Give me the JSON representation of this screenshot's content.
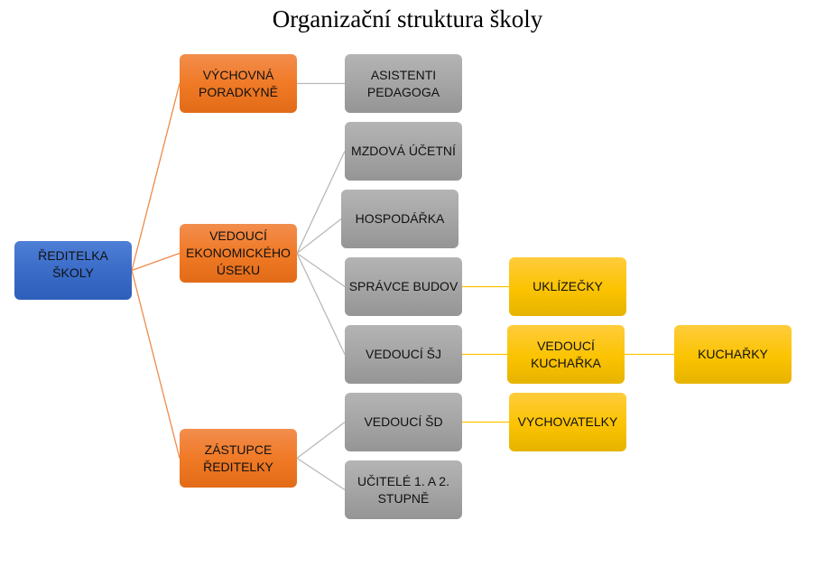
{
  "title": "Organizační struktura školy",
  "colors": {
    "root": "#3a6cc8",
    "level1": "#f07a26",
    "level2": "#a5a5a5",
    "level3": "#fbc300",
    "root_links": "#f08a4b",
    "level1_links": "#b9b9b9",
    "level2_links": "#fbc300"
  },
  "nodes": {
    "root": "ŘEDITELKA ŠKOLY",
    "vychovna_poradkyne": "VÝCHOVNÁ PORADKYNĚ",
    "vedouci_ekonomickeho_useku": "VEDOUCÍ EKONOMICKÉHO ÚSEKU",
    "zastupce_reditelky": "ZÁSTUPCE ŘEDITELKY",
    "asistenti_pedagoga": "ASISTENTI PEDAGOGA",
    "mzdova_ucetni": "MZDOVÁ ÚČETNÍ",
    "hospodarka": "HOSPODÁŘKA",
    "spravce_budov": "SPRÁVCE BUDOV",
    "vedouci_sj": "VEDOUCÍ ŠJ",
    "vedouci_sd": "VEDOUCÍ ŠD",
    "ucitele": "UČITELÉ 1. A 2. STUPNĚ",
    "uklizecky": "UKLÍZEČKY",
    "vedouci_kucharka": "VEDOUCÍ KUCHAŘKA",
    "kucharky": "KUCHAŘKY",
    "vychovatelky": "VYCHOVATELKY"
  },
  "edges": [
    [
      "root",
      "vychovna_poradkyne"
    ],
    [
      "root",
      "vedouci_ekonomickeho_useku"
    ],
    [
      "root",
      "zastupce_reditelky"
    ],
    [
      "vychovna_poradkyne",
      "asistenti_pedagoga"
    ],
    [
      "vedouci_ekonomickeho_useku",
      "mzdova_ucetni"
    ],
    [
      "vedouci_ekonomickeho_useku",
      "hospodarka"
    ],
    [
      "vedouci_ekonomickeho_useku",
      "spravce_budov"
    ],
    [
      "vedouci_ekonomickeho_useku",
      "vedouci_sj"
    ],
    [
      "zastupce_reditelky",
      "vedouci_sd"
    ],
    [
      "zastupce_reditelky",
      "ucitele"
    ],
    [
      "spravce_budov",
      "uklizecky"
    ],
    [
      "vedouci_sj",
      "vedouci_kucharka"
    ],
    [
      "vedouci_kucharka",
      "kucharky"
    ],
    [
      "vedouci_sd",
      "vychovatelky"
    ]
  ]
}
